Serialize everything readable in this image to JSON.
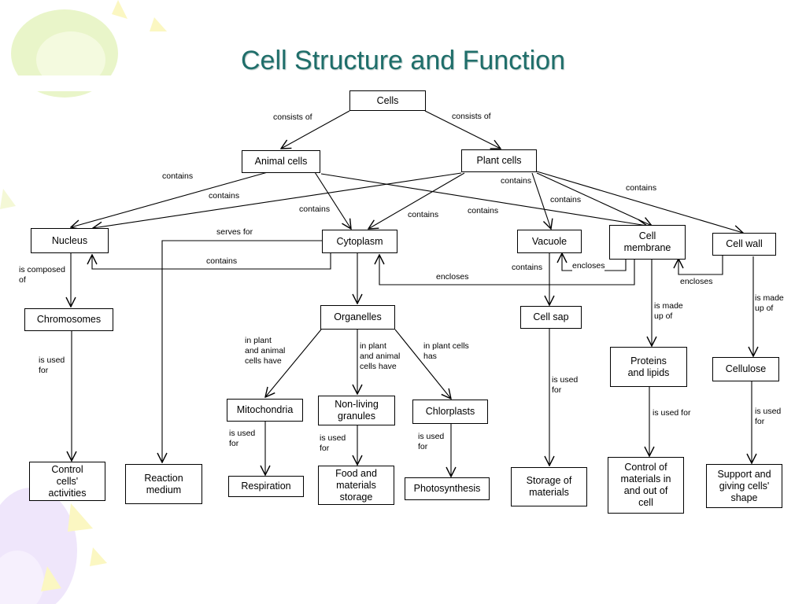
{
  "title": "Cell Structure and Function",
  "colors": {
    "title": "#1f6e6a",
    "decor_green": "#e9f5c9",
    "decor_yellow": "#fbf7c2",
    "decor_violet": "#efe6fb"
  },
  "nodes": {
    "cells": "Cells",
    "animal_cells": "Animal cells",
    "plant_cells": "Plant cells",
    "nucleus": "Nucleus",
    "cytoplasm": "Cytoplasm",
    "vacuole": "Vacuole",
    "cell_membrane": "Cell\nmembrane",
    "cell_wall": "Cell wall",
    "chromosomes": "Chromosomes",
    "organelles": "Organelles",
    "cell_sap": "Cell sap",
    "mitochondria": "Mitochondria",
    "non_living_granules": "Non-living\ngranules",
    "chlorplasts": "Chlorplasts",
    "proteins_lipids": "Proteins\nand lipids",
    "cellulose": "Cellulose",
    "control_cells": "Control\ncells'\nactivities",
    "reaction_medium": "Reaction\nmedium",
    "respiration": "Respiration",
    "food_storage": "Food and\nmaterials\nstorage",
    "photosynthesis": "Photosynthesis",
    "storage_materials": "Storage of\nmaterials",
    "control_materials": "Control of\nmaterials in\nand out of\ncell",
    "support_shape": "Support and\ngiving cells'\nshape"
  },
  "labels": {
    "cells_animal": "consists of",
    "cells_plant": "consists of",
    "animal_nucleus": "contains",
    "plant_nucleus": "contains",
    "animal_cytoplasm": "contains",
    "plant_cytoplasm": "contains",
    "animal_membrane": "contains",
    "plant_vacuole": "contains",
    "plant_membrane": "contains",
    "plant_wall": "contains",
    "serves_for": "serves for",
    "cytoplasm_nucleus": "contains",
    "nucleus_chromosomes": "is composed\nof",
    "chromosomes_control": "is used\nfor",
    "vacuole_cellsap": "contains",
    "membrane_vacuole": "encloses",
    "membrane_cytoplasm": "encloses",
    "wall_membrane": "encloses",
    "org_mito": "in plant\nand animal\ncells have",
    "org_granules": "in plant\nand animal\ncells have",
    "org_chloro": "in plant cells\nhas",
    "mito_resp": "is used\nfor",
    "gran_food": "is used\nfor",
    "chloro_photo": "is used\nfor",
    "cellsap_storage": "is used\nfor",
    "membrane_proteins": "is made\nup of",
    "proteins_control": "is used for",
    "wall_cellulose": "is made\nup of",
    "cellulose_support": "is used\nfor"
  }
}
